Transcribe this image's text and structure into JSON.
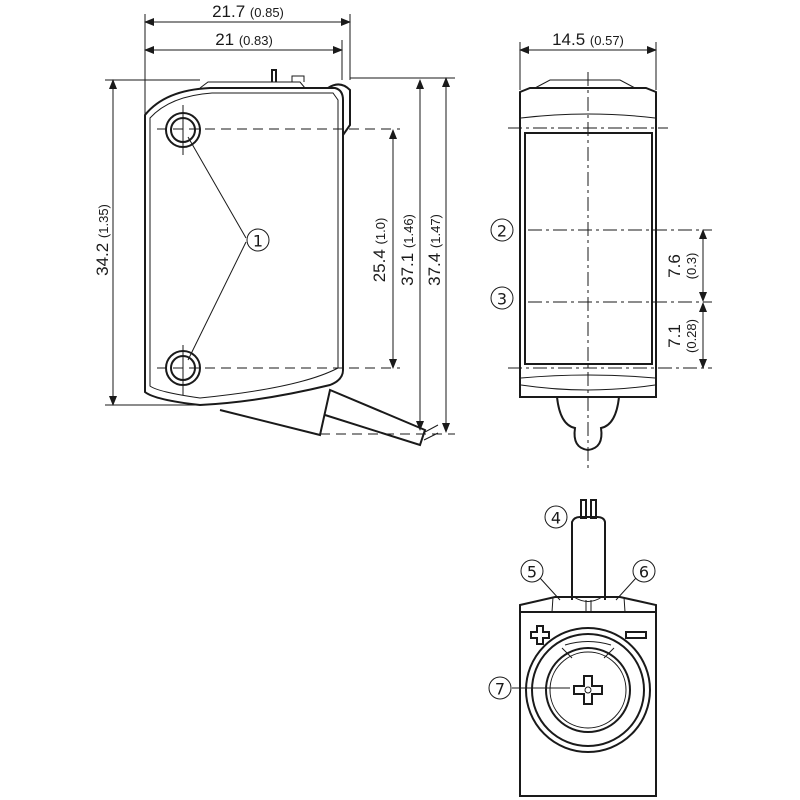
{
  "side_view": {
    "dim_width_total": {
      "mm": "21.7",
      "in": "(0.85)"
    },
    "dim_width": {
      "mm": "21",
      "in": "(0.83)"
    },
    "dim_height": {
      "mm": "34.2",
      "in": "(1.35)"
    },
    "dim_hole_spacing": {
      "mm": "25.4",
      "in": "(1.0)"
    },
    "dim_height_cable": {
      "mm": "37.1",
      "in": "(1.46)"
    },
    "dim_height_total": {
      "mm": "37.4",
      "in": "(1.47)"
    },
    "callout_1": "1"
  },
  "front_view": {
    "dim_width": {
      "mm": "14.5",
      "in": "(0.57)"
    },
    "dim_axis_spacing": {
      "mm": "7.6",
      "in": "(0.3)"
    },
    "dim_axis_bottom": {
      "mm": "7.1",
      "in": "(0.28)"
    },
    "callout_2": "2",
    "callout_3": "3"
  },
  "rear_view": {
    "callout_4": "4",
    "callout_5": "5",
    "callout_6": "6",
    "callout_7": "7"
  }
}
